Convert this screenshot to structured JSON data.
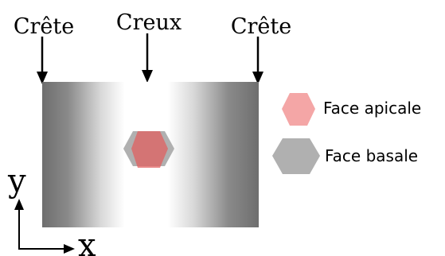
{
  "top_labels": {
    "left_crest": "Crête",
    "trough": "Creux",
    "right_crest": "Crête"
  },
  "legend": {
    "apical_label": "Face apicale",
    "basal_label": "Face basale",
    "apical_color": "#f4a6a6",
    "basal_color": "#b0b0b0"
  },
  "axes": {
    "x_label": "x",
    "y_label": "y"
  },
  "colors": {
    "crest_dark": "#6e6e6e",
    "trough_light": "#ffffff",
    "apical_overlay": "#e06060",
    "text": "#000000"
  }
}
